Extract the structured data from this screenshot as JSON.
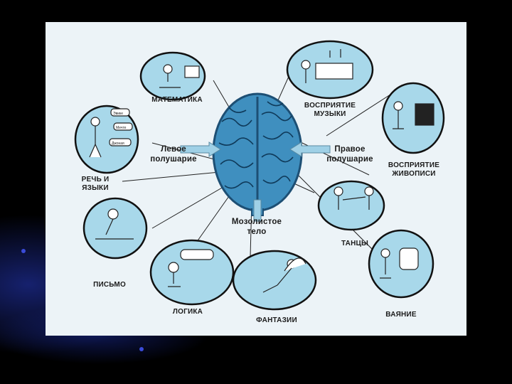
{
  "labels": {
    "matematika": "МАТЕМАТИКА",
    "vospriyatie_muzyki_1": "ВОСПРИЯТИЕ",
    "vospriyatie_muzyki_2": "МУЗЫКИ",
    "vospriyatie_zhivopisi_1": "ВОСПРИЯТИЕ",
    "vospriyatie_zhivopisi_2": "ЖИВОПИСИ",
    "rech_1": "РЕЧЬ И",
    "rech_2": "ЯЗЫКИ",
    "pismo": "ПИСЬМО",
    "logika": "ЛОГИКА",
    "fantazii": "ФАНТАЗИИ",
    "tantsy": "ТАНЦЫ",
    "vayanie": "ВАЯНИЕ",
    "levoe_1": "Левое",
    "levoe_2": "полушарие",
    "pravoe_1": "Правое",
    "pravoe_2": "полушарие",
    "mozol_1": "Мозолистое",
    "mozol_2": "тело"
  },
  "speech_bubbles": [
    "Эвике",
    "Мечте",
    "Джоная"
  ],
  "colors": {
    "panel": "#ecf3f7",
    "bubble_fill": "#a8d8ea",
    "brain": "#3f8fbf",
    "brain_dark": "#1d4f74",
    "line": "#222222"
  }
}
